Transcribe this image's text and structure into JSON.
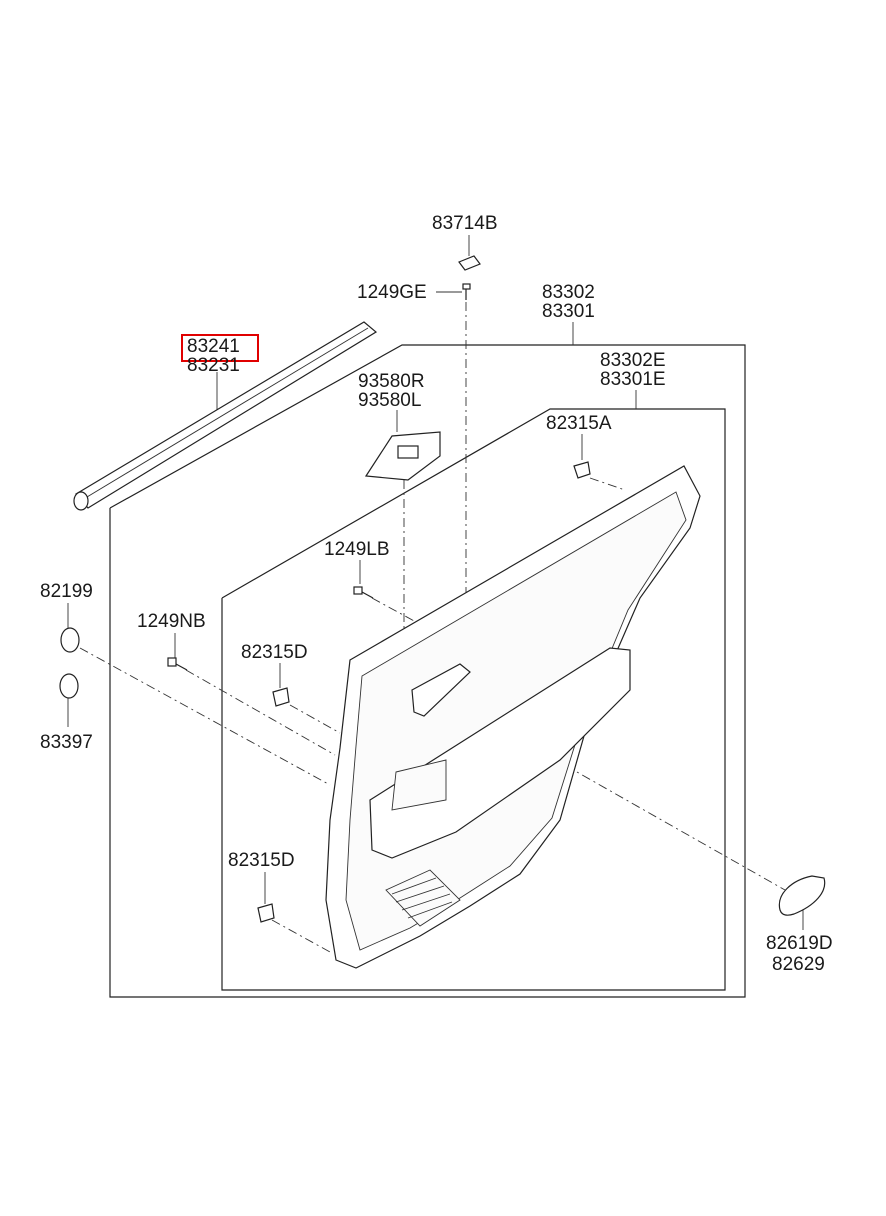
{
  "callouts": {
    "p83714B": "83714B",
    "p1249GE": "1249GE",
    "p83302": "83302",
    "p83301": "83301",
    "p83241": "83241",
    "p83231": "83231",
    "p93580R": "93580R",
    "p93580L": "93580L",
    "p83302E": "83302E",
    "p83301E": "83301E",
    "p82315A": "82315A",
    "p1249LB": "1249LB",
    "p82199": "82199",
    "p1249NB": "1249NB",
    "p82315D_a": "82315D",
    "p83397": "83397",
    "p82315D_b": "82315D",
    "p82619D": "82619D",
    "p82629": "82629"
  },
  "highlight": {
    "part": "83241",
    "color": "#e00000"
  }
}
